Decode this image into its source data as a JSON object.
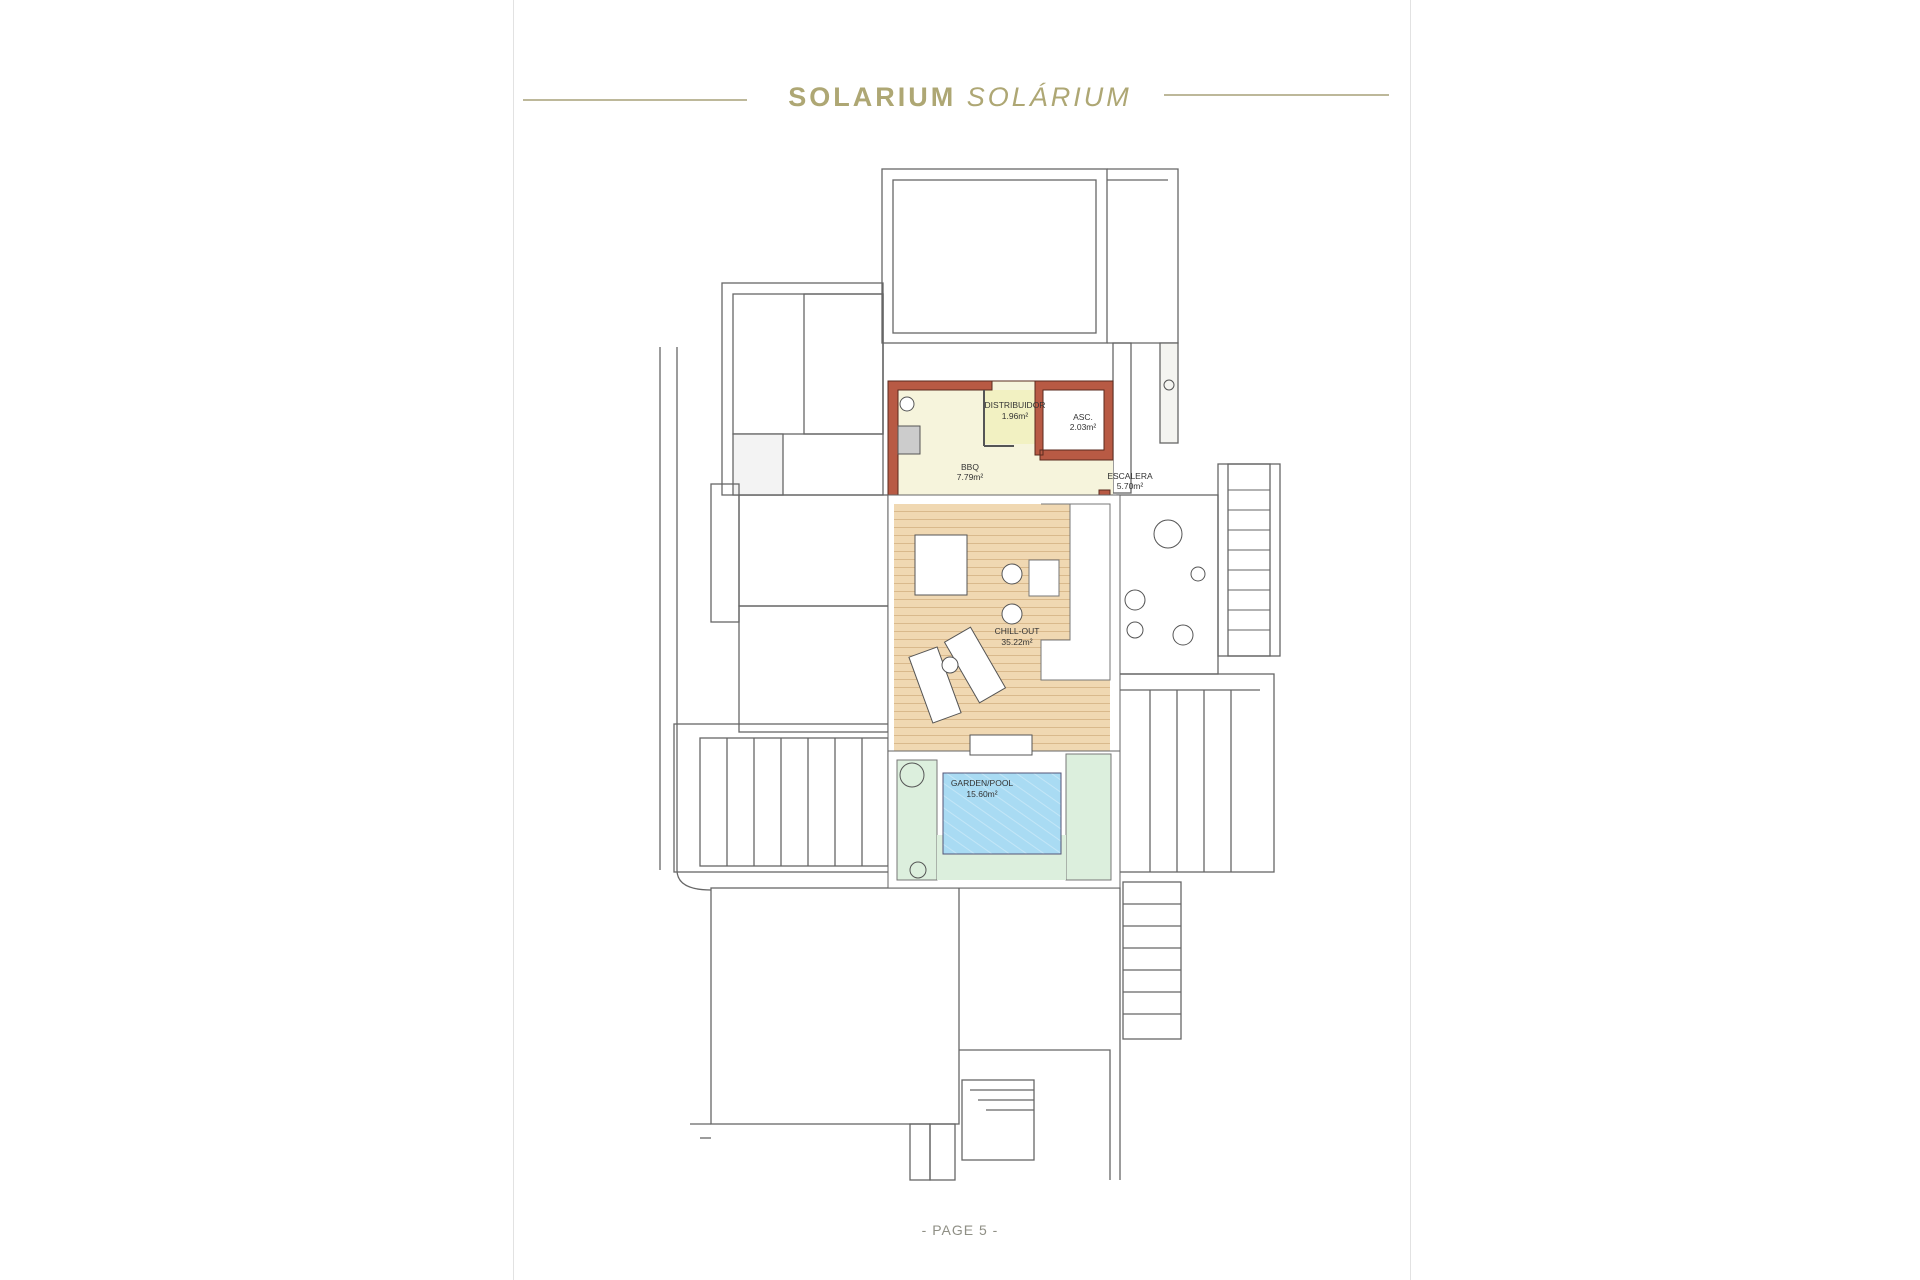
{
  "header": {
    "title_primary": "SOLARIUM",
    "title_secondary": "SOLÁRIUM",
    "accent_color": "#aea774"
  },
  "plan": {
    "rooms": [
      {
        "name": "DISTRIBUIDOR",
        "area": "1.96m²"
      },
      {
        "name": "ASC.",
        "area": "2.03m²"
      },
      {
        "name": "BBQ",
        "area": "7.79m²"
      },
      {
        "name": "ESCALERA",
        "area": "5.70m²"
      },
      {
        "name": "CHILL-OUT",
        "area": "35.22m²"
      },
      {
        "name": "GARDEN/POOL",
        "area": "15.60m²"
      }
    ],
    "colors": {
      "wall": "#b85a44",
      "bbq_floor": "#f6f4dc",
      "deck": "#f0d8b2",
      "garden": "#dcefdd",
      "pool": "#a9dbf3"
    }
  },
  "footer": {
    "page_label": "- PAGE 5 -"
  }
}
